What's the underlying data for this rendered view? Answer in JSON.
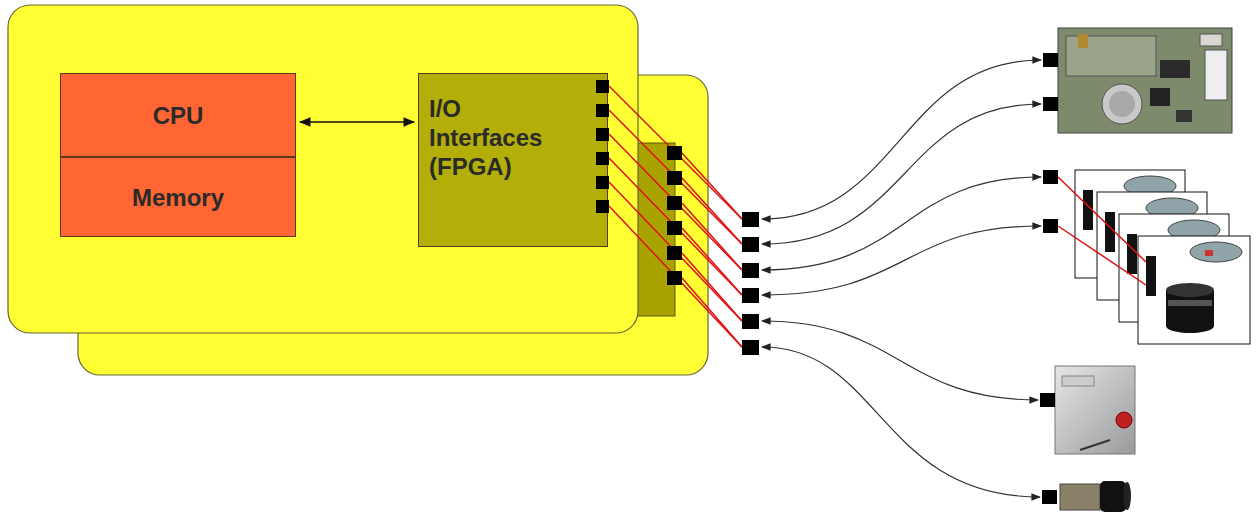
{
  "diagram": {
    "nodes": [
      {
        "text": [
          "CPU"
        ]
      },
      {
        "text": [
          "Memory"
        ]
      },
      {
        "text": [
          "I/O Interfaces (FPGA)"
        ]
      }
    ],
    "edges": [
      {
        "from": 0,
        "to": 2,
        "arrow": "both"
      }
    ]
  }
}
